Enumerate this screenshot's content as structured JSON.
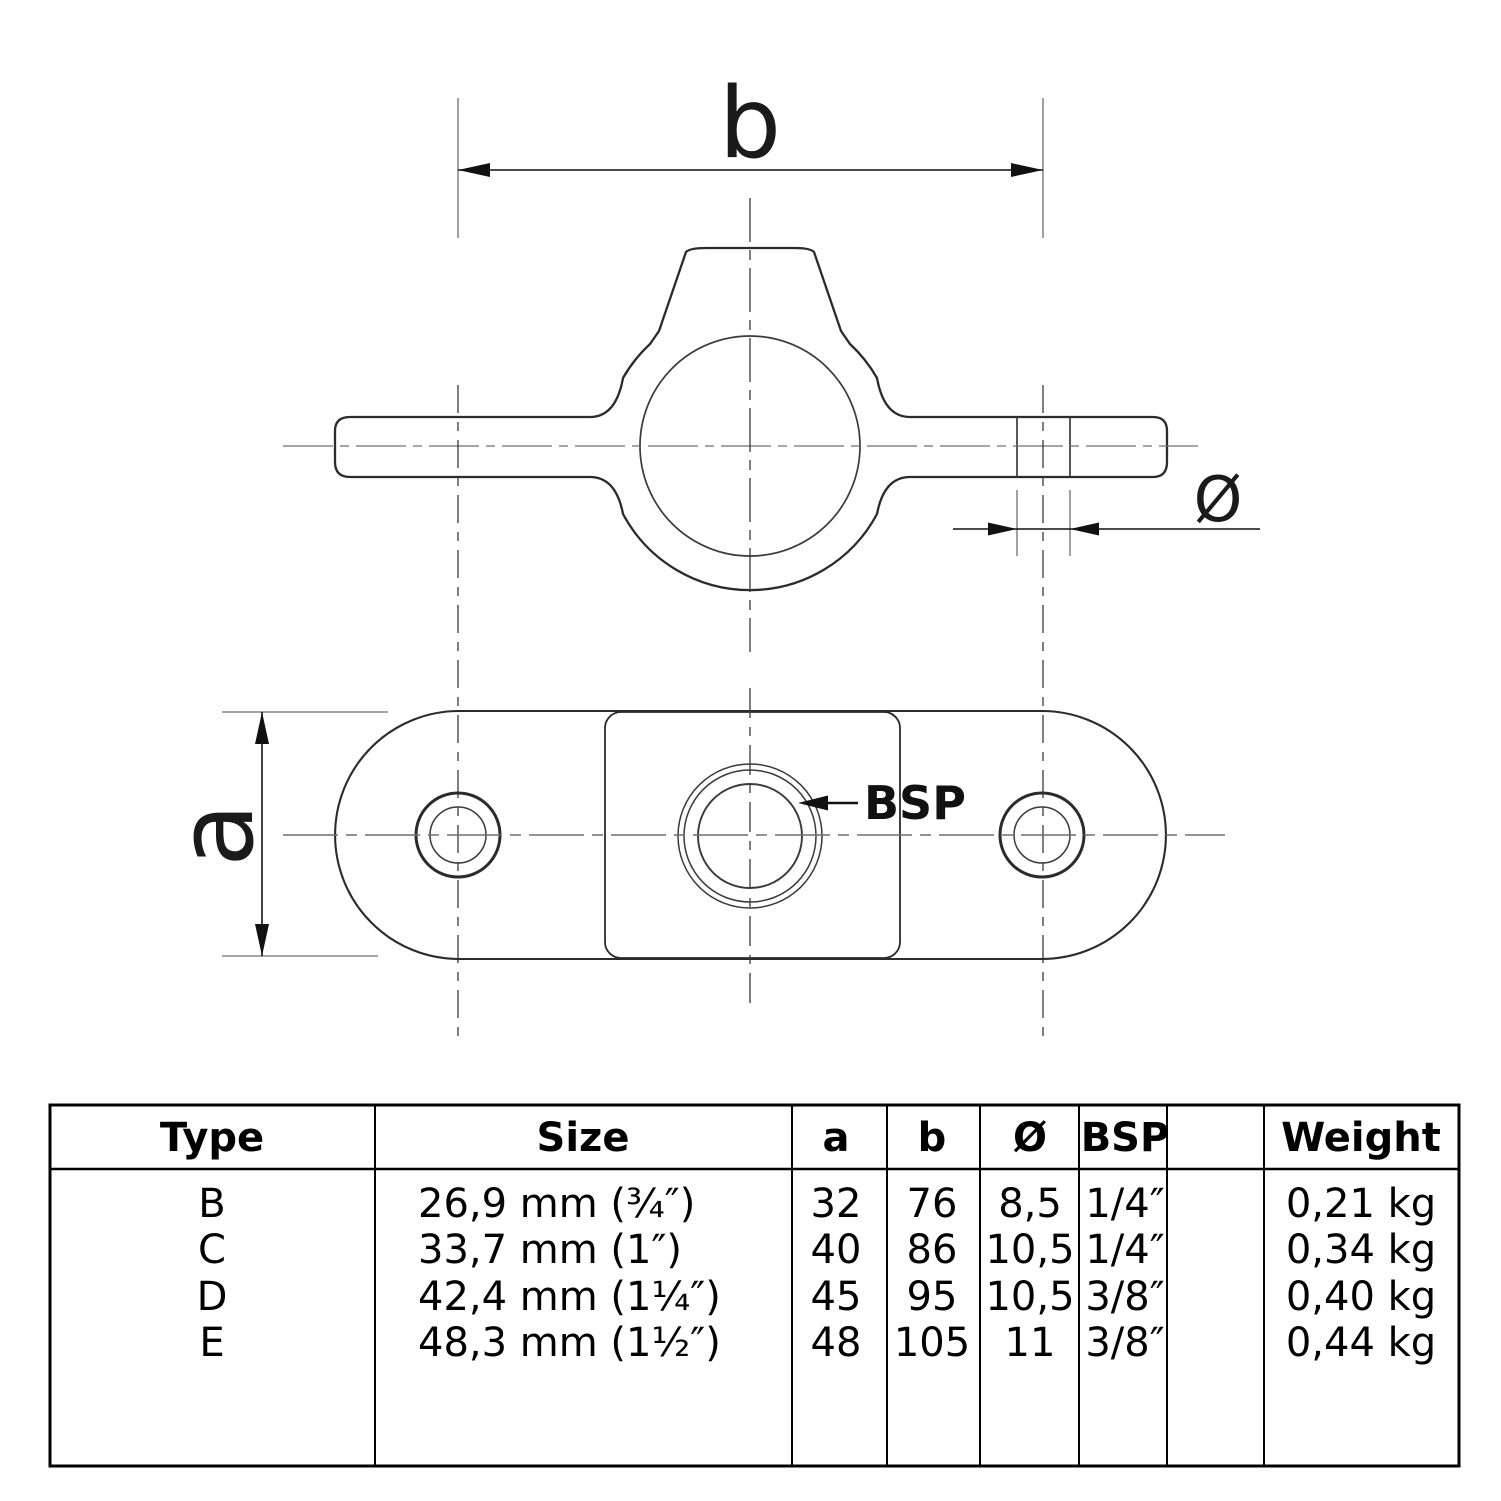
{
  "drawing": {
    "front_view": {
      "dim_b": "b",
      "dim_diameter": "Ø"
    },
    "plan_view": {
      "dim_a": "a",
      "thread_label": "BSP"
    }
  },
  "table": {
    "headers": {
      "type": "Type",
      "size": "Size",
      "a": "a",
      "b": "b",
      "diameter": "Ø",
      "bsp": "BSP",
      "weight": "Weight"
    },
    "rows": [
      {
        "type": "B",
        "size": "26,9 mm (¾″)",
        "a": "32",
        "b": "76",
        "diameter": "8,5",
        "bsp": "1/4″",
        "weight": "0,21 kg"
      },
      {
        "type": "C",
        "size": "33,7 mm (1″)",
        "a": "40",
        "b": "86",
        "diameter": "10,5",
        "bsp": "1/4″",
        "weight": "0,34 kg"
      },
      {
        "type": "D",
        "size": "42,4 mm (1¼″)",
        "a": "45",
        "b": "95",
        "diameter": "10,5",
        "bsp": "3/8″",
        "weight": "0,40 kg"
      },
      {
        "type": "E",
        "size": "48,3 mm (1½″)",
        "a": "48",
        "b": "105",
        "diameter": "11",
        "bsp": "3/8″",
        "weight": "0,44 kg"
      }
    ]
  },
  "colors": {
    "background": "#ffffff",
    "outline": "#2b2b2b",
    "centerline": "#6f6f6f",
    "dimension": "#111111",
    "table_border": "#000000"
  }
}
